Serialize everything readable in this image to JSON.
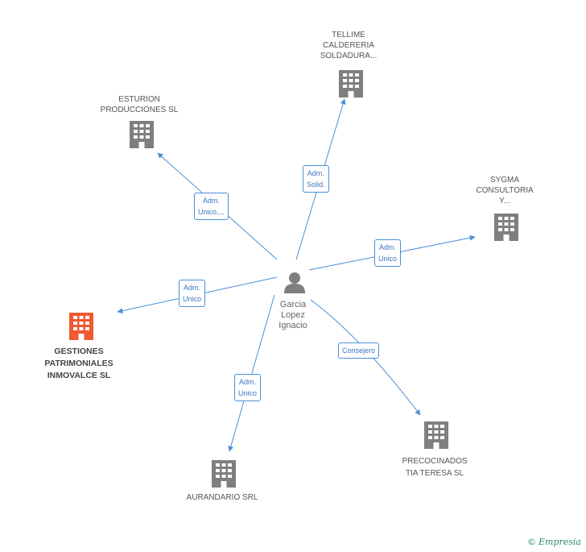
{
  "colors": {
    "edge": "#4a8fd9",
    "building": "#7f7f7f",
    "building_main": "#f05a30",
    "person": "#7f7f7f"
  },
  "person": {
    "name_lines": [
      "Garcia",
      "Lopez",
      "Ignacio"
    ],
    "icon": "person-icon"
  },
  "companies": [
    {
      "id": "tellime",
      "lines": [
        "TELLIME",
        "CALDERERIA",
        "SOLDADURA..."
      ],
      "icon": "building-icon",
      "main": false
    },
    {
      "id": "esturion",
      "lines": [
        "ESTURION",
        "PRODUCCIONES SL"
      ],
      "icon": "building-icon",
      "main": false
    },
    {
      "id": "sygma",
      "lines": [
        "SYGMA",
        "CONSULTORIA",
        "Y..."
      ],
      "icon": "building-icon",
      "main": false
    },
    {
      "id": "gestiones",
      "lines": [
        "GESTIONES",
        "PATRIMONIALES",
        "INMOVALCE SL"
      ],
      "icon": "building-icon",
      "main": true
    },
    {
      "id": "precocinados",
      "lines": [
        "PRECOCINADOS",
        "TIA TERESA  SL"
      ],
      "icon": "building-icon",
      "main": false
    },
    {
      "id": "aurandario",
      "lines": [
        "AURANDARIO SRL"
      ],
      "icon": "building-icon",
      "main": false
    }
  ],
  "relations": [
    {
      "target": "tellime",
      "label_lines": [
        "Adm.",
        "Solid."
      ]
    },
    {
      "target": "esturion",
      "label_lines": [
        "Adm.",
        "Unico,..."
      ]
    },
    {
      "target": "sygma",
      "label_lines": [
        "Adm.",
        "Unico"
      ]
    },
    {
      "target": "gestiones",
      "label_lines": [
        "Adm.",
        "Unico"
      ]
    },
    {
      "target": "precocinados",
      "label_lines": [
        "Consejero"
      ]
    },
    {
      "target": "aurandario",
      "label_lines": [
        "Adm.",
        "Unico"
      ]
    }
  ],
  "footer": {
    "copyright_symbol": "©",
    "brand": "Empresia"
  }
}
